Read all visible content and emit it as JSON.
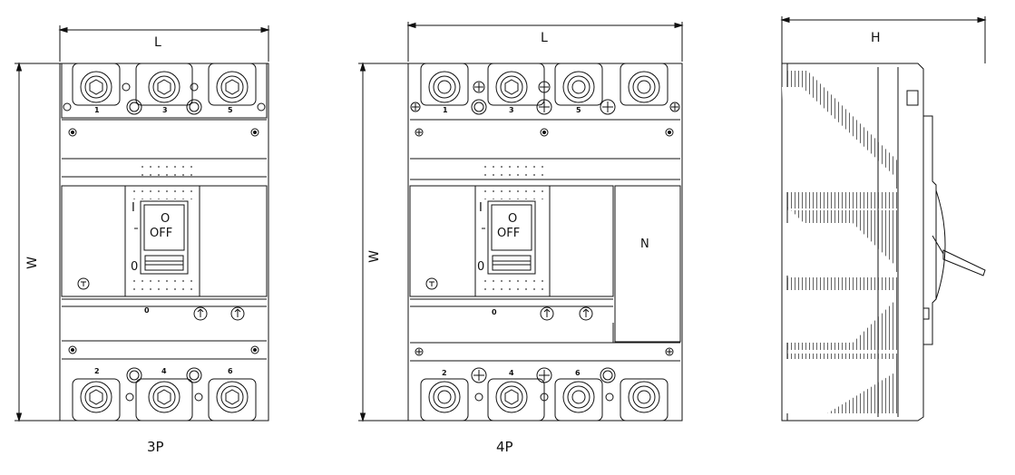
{
  "diagram": {
    "dimension_labels": {
      "length": "L",
      "width": "W",
      "height": "H"
    },
    "views": [
      {
        "caption": "3P",
        "terminals_top": [
          "1",
          "3",
          "5"
        ],
        "terminals_bottom": [
          "2",
          "4",
          "6"
        ],
        "handle": {
          "on_mark": "I",
          "off_mark": "0",
          "state_symbol": "O",
          "state_text": "OFF"
        },
        "trip_label": "0"
      },
      {
        "caption": "4P",
        "terminals_top": [
          "1",
          "3",
          "5"
        ],
        "terminals_bottom": [
          "2",
          "4",
          "6"
        ],
        "handle": {
          "on_mark": "I",
          "off_mark": "0",
          "state_symbol": "O",
          "state_text": "OFF"
        },
        "trip_label": "0",
        "neutral_label": "N"
      },
      {
        "caption": ""
      }
    ]
  }
}
